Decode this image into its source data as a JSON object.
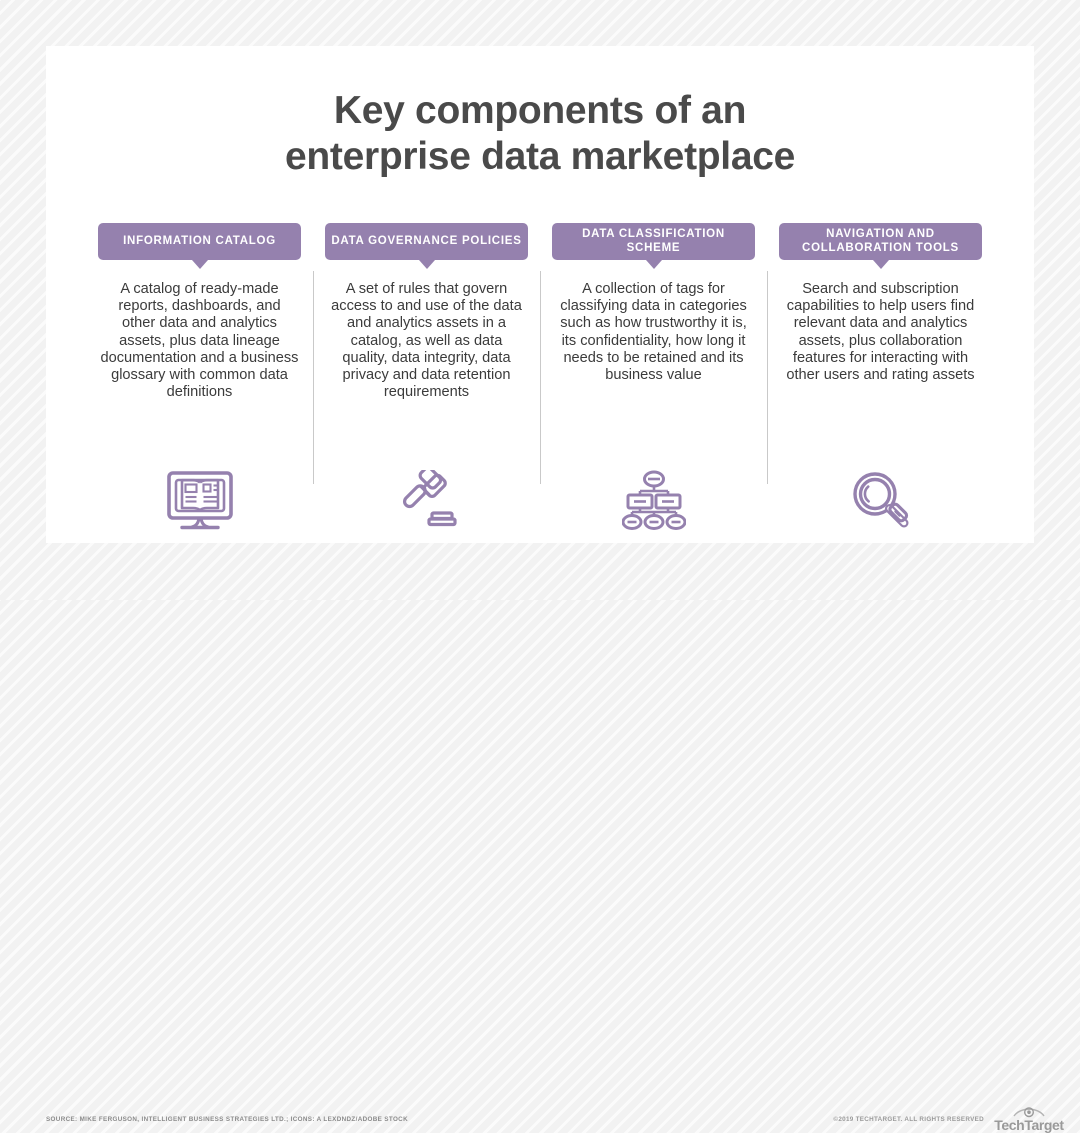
{
  "title": {
    "line1": "Key components of an",
    "line2": "enterprise data marketplace"
  },
  "columns": [
    {
      "header": "INFORMATION CATALOG",
      "body": "A catalog of ready-made reports, dashboards, and other data and analytics assets, plus data lineage documentation and a business glossary with common data definitions",
      "icon": "catalog-monitor-book-icon"
    },
    {
      "header": "DATA GOVERNANCE POLICIES",
      "body": "A set of rules that govern access to and use of the data and analytics assets in a catalog, as well as data quality, data integrity, data privacy and data retention requirements",
      "icon": "gavel-icon"
    },
    {
      "header": "DATA CLASSIFICATION SCHEME",
      "body": "A collection of tags for classifying data in categories such as how trustworthy it is, its confidentiality, how long it needs to be retained and its business value",
      "icon": "hierarchy-chart-icon"
    },
    {
      "header": "NAVIGATION AND COLLABORATION TOOLS",
      "body": "Search and subscription capabilities to help users find relevant data and analytics assets, plus collaboration features for interacting with other users and rating assets",
      "icon": "magnifying-glass-icon"
    }
  ],
  "footer": {
    "source": "SOURCE: MIKE FERGUSON, INTELLIGENT BUSINESS STRATEGIES LTD.; ICONS: A LEXDNDZ/ADOBE STOCK",
    "copyright": "©2019 TECHTARGET. ALL RIGHTS RESERVED",
    "logo_text": "TechTarget"
  },
  "colors": {
    "accent_purple": "#9581AE",
    "title_gray": "#4A4A4A",
    "body_gray": "#3B3B3B",
    "divider_gray": "#C9C9C9",
    "footer_gray": "#9A9A9A",
    "card_white": "#FFFFFF"
  }
}
